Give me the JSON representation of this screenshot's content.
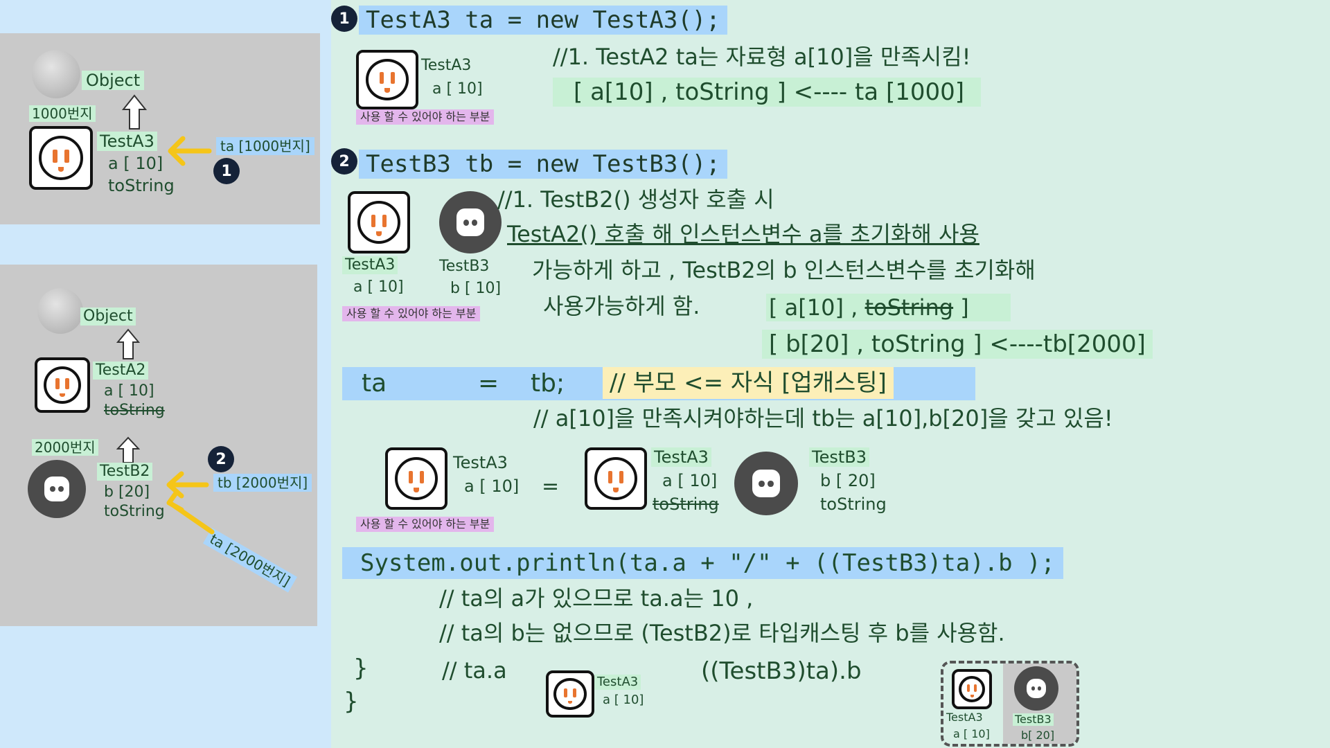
{
  "left_top": {
    "object_label": "Object",
    "address_label": "1000번지",
    "class_name": "TestA3",
    "field_a": "a [ 10]",
    "method": "toString",
    "ref_label": "ta [1000번지]",
    "step_num": "1"
  },
  "left_bottom": {
    "object_label": "Object",
    "class_a2": "TestA2",
    "field_a": "a [ 10]",
    "method_a2": "toString",
    "address_label": "2000번지",
    "class_b2": "TestB2",
    "field_b": "b [20]",
    "method_b2": "toString",
    "step_num": "2",
    "ref_tb": "tb [2000번지]",
    "ref_ta": "ta [2000번지]"
  },
  "section1": {
    "num": "1",
    "code": "TestA3 ta = new TestA3();",
    "icon_class": "TestA3",
    "icon_field": "a [ 10]",
    "must_label": "사용 할 수 있어야 하는 부분",
    "comment": "//1.  TestA2   ta는 자료형 a[10]을 만족시킴!",
    "bracket": "[  a[10] , toString ]  <---- ta [1000]"
  },
  "section2": {
    "num": "2",
    "code": "TestB3 tb = new TestB3();",
    "icon_class_a": "TestA3",
    "icon_field_a": "a [ 10]",
    "icon_class_b": "TestB3",
    "icon_field_b": "b [ 10]",
    "must_label": "사용 할 수 있어야 하는 부분",
    "line1": "//1. TestB2() 생성자 호출 시",
    "line2": "TestA2() 호출 해 인스턴스변수 a를 초기화해 사용",
    "line3": "가능하게 하고 , TestB2의 b 인스턴스변수를 초기화해",
    "line4": "사용가능하게 함.",
    "bracket1_pre": "[  a[10] ,",
    "bracket1_strike": "toString",
    "bracket1_post": "]",
    "bracket2": "[  b[20] , toString ]  <----tb[2000]"
  },
  "assign": {
    "ta": "ta",
    "eq": "=",
    "tb": "tb;",
    "comment": "// 부모 <= 자식 [업캐스팅]",
    "comment2": "// a[10]을 만족시켜야하는데 tb는 a[10],b[20]을 갖고 있음!"
  },
  "compare": {
    "left_class": "TestA3",
    "left_field": "a [ 10]",
    "must_label": "사용 할 수 있어야 하는 부분",
    "eq": "=",
    "mid_class": "TestA3",
    "mid_field": "a [ 10]",
    "mid_method": "toString",
    "right_class": "TestB3",
    "right_field": "b [ 20]",
    "right_method": "toString"
  },
  "println": {
    "code": "System.out.println(ta.a + \"/\" + ((TestB3)ta).b );",
    "comment1": "// ta의 a가 있으므로   ta.a는 10 ,",
    "comment2": "// ta의 b는 없으므로  (TestB2)로 타입캐스팅 후 b를 사용함.",
    "brace1": "}",
    "comment3": "// ta.a",
    "small_class": "TestA3",
    "small_field": "a [ 10]",
    "cast": "((TestB3)ta).b",
    "brace2": "}",
    "box_class_a": "TestA3",
    "box_field_a": "a [ 10]",
    "box_class_b": "TestB3",
    "box_field_b": "b[ 20]"
  },
  "colors": {
    "arrow": "#f5c518",
    "text": "#1f4d2e",
    "badge": "#152238"
  }
}
